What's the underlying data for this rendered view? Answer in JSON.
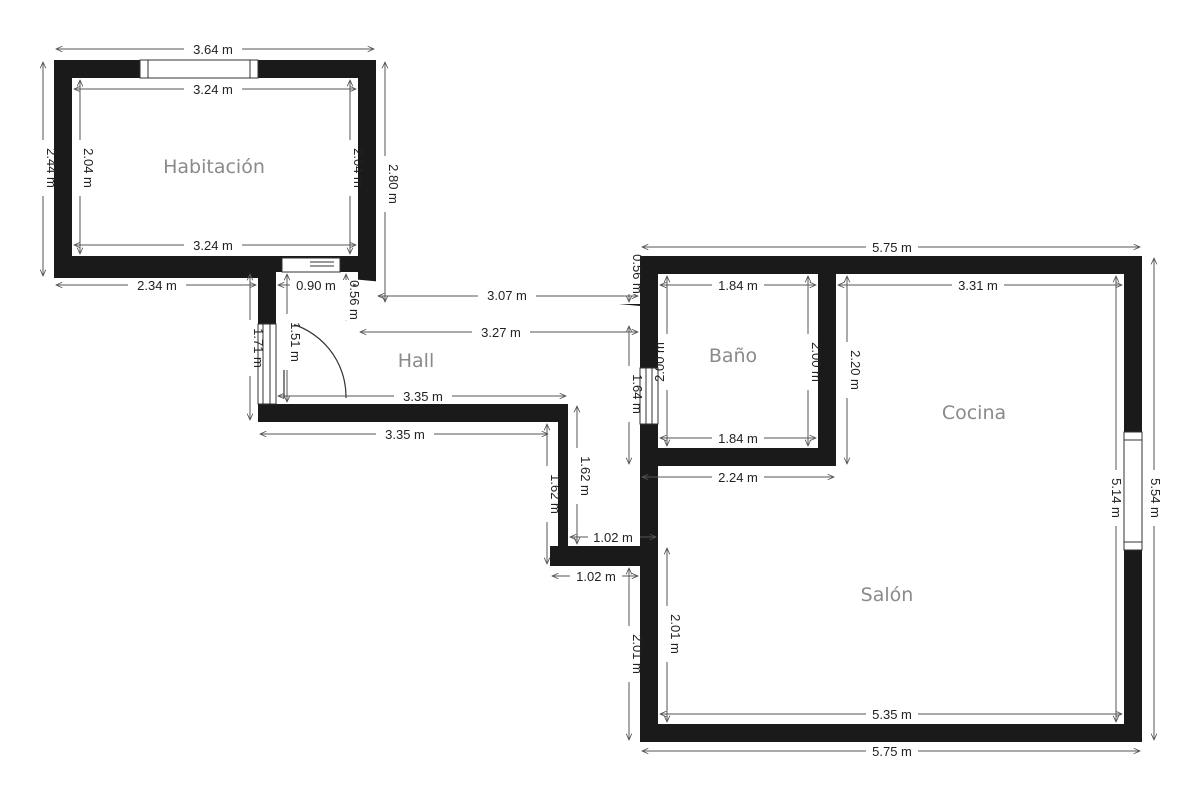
{
  "rooms": {
    "habitacion": "Habitación",
    "hall": "Hall",
    "bano": "Baño",
    "cocina": "Cocina",
    "salon": "Salón"
  },
  "dimensions": {
    "hab_outer_top": "3.64 m",
    "hab_inner_top": "3.24 m",
    "hab_inner_bottom": "3.24 m",
    "hab_left_outer": "2.44 m",
    "hab_left_inner": "2.04 m",
    "hab_right_inner": "2.04 m",
    "hab_right_outer": "2.80 m",
    "below_hab": "2.34 m",
    "hall_door": "0.90 m",
    "hall_small": "0.56 m",
    "corridor_top": "3.07 m",
    "corridor_inner": "3.27 m",
    "hall_left_outer": "1.71 m",
    "hall_left_inner": "1.51 m",
    "hall_bottom_inner": "3.35 m",
    "hall_bottom_outer": "3.35 m",
    "step_inner_v": "1.62 m",
    "step_outer_v": "1.62 m",
    "step_inner_h": "1.02 m",
    "step_outer_h": "1.02 m",
    "salon_left_inner": "2.01 m",
    "salon_left_outer": "2.01 m",
    "bath_small": "0.56 m",
    "right_top": "5.75 m",
    "bath_top": "1.84 m",
    "bath_bottom": "1.84 m",
    "bath_left": "2.00 m",
    "bath_right": "2.00 m",
    "bath_outer_left": "1.64 m",
    "bath_outer_bottom": "2.24 m",
    "cocina_top": "3.31 m",
    "cocina_wall": "2.20 m",
    "right_inner_v": "5.14 m",
    "right_outer_v": "5.54 m",
    "salon_inner_bottom": "5.35 m",
    "right_bottom": "5.75 m"
  }
}
